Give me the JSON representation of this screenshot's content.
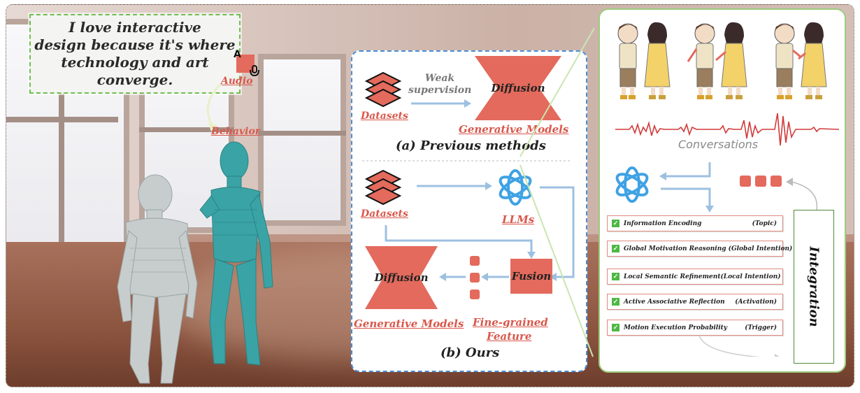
{
  "quote": {
    "line1": "I love interactive",
    "line2": "design because it's where",
    "line3": "technology and art converge."
  },
  "labels": {
    "audio": "Audio",
    "behavior": "Behavior"
  },
  "previous": {
    "weak_supervision": "Weak supervision",
    "datasets": "Datasets",
    "diffusion": "Diffusion",
    "generative_models": "Generative Models",
    "title": "(a) Previous methods"
  },
  "ours": {
    "datasets": "Datasets",
    "llms": "LLMs",
    "fusion": "Fusion",
    "diffusion": "Diffusion",
    "generative_models": "Generative Models",
    "fine_grained_1": "Fine-grained",
    "fine_grained_2": "Feature",
    "title": "(b) Ours"
  },
  "conversation": {
    "label": "Conversations"
  },
  "steps": [
    {
      "label": "Information Encoding",
      "tag": "(Topic)"
    },
    {
      "label": "Global Motivation Reasoning (Global Intention)",
      "tag": ""
    },
    {
      "label": "Local Semantic Refinement",
      "tag": "(Local Intention)"
    },
    {
      "label": "Active Associative Reflection",
      "tag": "(Activation)"
    },
    {
      "label": "Motion Execution Probability",
      "tag": "(Trigger)"
    }
  ],
  "integration": "Integration",
  "colors": {
    "accent": "#e36a5c",
    "label_red": "#d9574b",
    "blue_dash": "#4a8fd6",
    "green_border": "#9ccc7c",
    "check_green": "#4fb845",
    "figure_teal": "#3aa3a5",
    "figure_gray": "#c7cdcd"
  }
}
